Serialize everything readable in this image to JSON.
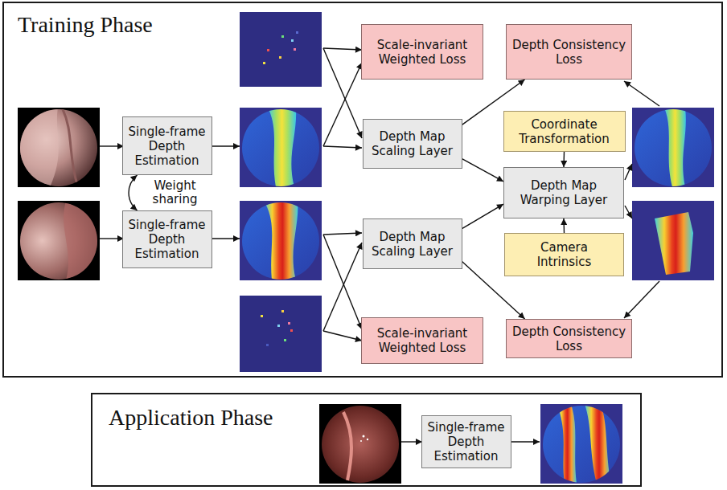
{
  "diagram": {
    "nodes": [
      {
        "text": [
          "Training Phase"
        ]
      },
      {
        "text": [
          "Scale-invariant Weighted Loss"
        ],
        "in": 0
      },
      {
        "text": [
          "Depth Consistency Loss"
        ],
        "in": 0
      },
      {
        "text": [
          "Single-frame Depth Estimation"
        ],
        "in": 0
      },
      {
        "text": [
          "Depth Map Scaling Layer"
        ],
        "in": 0
      },
      {
        "text": [
          "Coordinate Transformation"
        ],
        "in": 0
      },
      {
        "text": [
          "Depth Map Warping Layer"
        ],
        "in": 0
      },
      {
        "text": [
          "Single-frame Depth Estimation"
        ],
        "in": 0
      },
      {
        "text": [
          "Depth Map Scaling Layer"
        ],
        "in": 0
      },
      {
        "text": [
          "Camera Intrinsics"
        ],
        "in": 0
      },
      {
        "text": [
          "Scale-invariant Weighted Loss"
        ],
        "in": 0
      },
      {
        "text": [
          "Depth Consistency Loss"
        ],
        "in": 0
      },
      {
        "text": [
          "Application Phase"
        ]
      },
      {
        "text": [
          "Single-frame Depth Estimation"
        ],
        "in": 12
      }
    ],
    "edges": [
      {
        "from": 3,
        "to": 7,
        "arrow": "both",
        "label": "Weight sharing"
      },
      {
        "from": 4,
        "to": 2,
        "arrow": "to"
      },
      {
        "from": 4,
        "to": 6,
        "arrow": "to"
      },
      {
        "from": 5,
        "to": 6,
        "arrow": "to"
      },
      {
        "from": 9,
        "to": 6,
        "arrow": "to"
      },
      {
        "from": 8,
        "to": 6,
        "arrow": "to"
      },
      {
        "from": 8,
        "to": 11,
        "arrow": "to"
      }
    ]
  }
}
